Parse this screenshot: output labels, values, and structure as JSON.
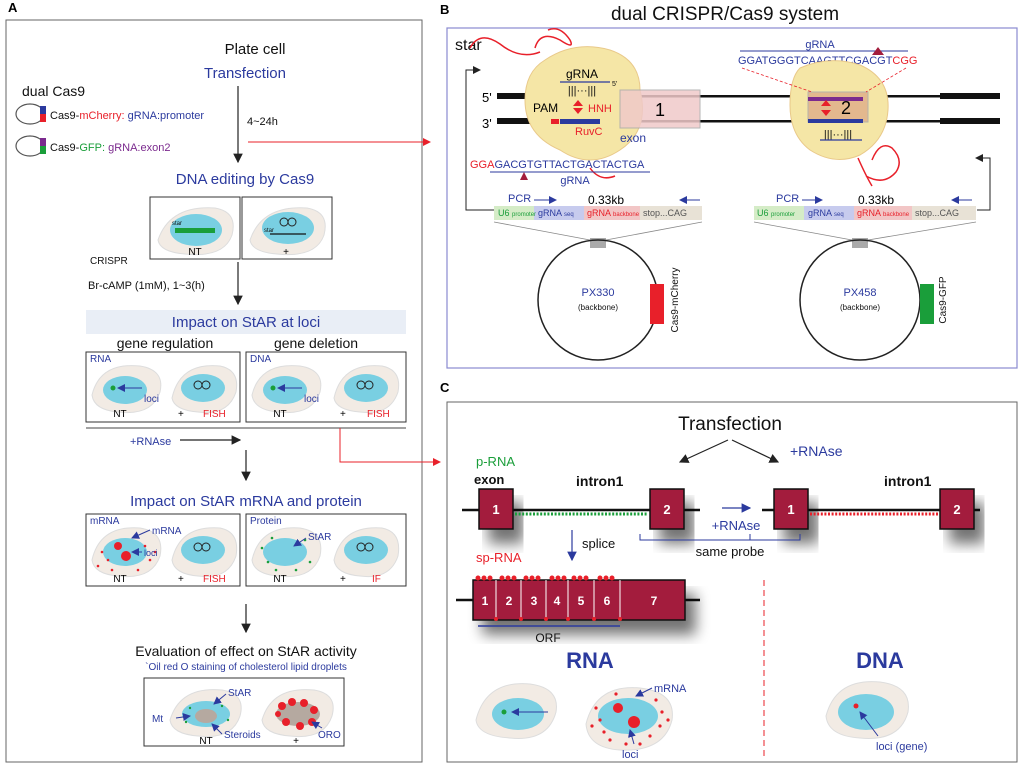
{
  "panels": {
    "a": {
      "letter": "A",
      "plate": "Plate cell",
      "transfection": "Transfection",
      "dual_cas9": "dual Cas9",
      "plasmid1": {
        "cas": "Cas9-",
        "fluor": "mCherry:",
        "grna": " gRNA:promoter"
      },
      "plasmid2": {
        "cas": "Cas9-",
        "fluor": "GFP:",
        "grna": " gRNA:exon2"
      },
      "time1": "4~24h",
      "editing": "DNA editing by Cas9",
      "crispr": "CRISPR",
      "nt": "NT",
      "plus": "+",
      "star": "star",
      "brcamp": "Br-cAMP (1mM), 1~3(h)",
      "impact_loci": "Impact on StAR at loci",
      "gene_regulation": "gene regulation",
      "gene_deletion": "gene deletion",
      "rna_tag": "RNA",
      "dna_tag": "DNA",
      "loci": "loci",
      "fish": "FISH",
      "rnase": "+RNAse",
      "impact_mrna": "Impact on StAR mRNA and protein",
      "mrna_tag": "mRNA",
      "mrna_label": "mRNA",
      "protein_tag": "Protein",
      "star_label": "StAR",
      "if": "IF",
      "evaluation": "Evaluation of effect on StAR activity",
      "oil_red": "`Oil red O staining of cholesterol lipid droplets",
      "mt": "Mt",
      "steroids": "Steroids",
      "oro": "ORO"
    },
    "b": {
      "letter": "B",
      "title": "dual CRISPR/Cas9 system",
      "star": "star",
      "grna": "gRNA",
      "five": "5'",
      "three": "3'",
      "pam": "PAM",
      "hnh": "HNH",
      "ruvc": "RuvC",
      "exon": "exon",
      "box1": "1",
      "box2": "2",
      "seq_left_red": "GGA",
      "seq_left_blue": "GACGTGTTACTGACTACTGA",
      "seq_right_blue": "GGATGGGTCAAGTTCGACGT",
      "seq_right_red": "CGG",
      "pcr": "PCR",
      "size": "0.33kb",
      "u6": "U6",
      "promoter": "promoter",
      "grna_seq": "gRNA",
      "seq": "seq",
      "grna_backbone": "gRNA",
      "backbone": "backbone",
      "stop": "stop...CAG",
      "px330": "PX330",
      "px458": "PX458",
      "backbone_paren": "(backbone)",
      "cas9_mcherry": "Cas9-mCherry",
      "cas9_gfp": "Cas9-GFP",
      "five_prime_small": "5'"
    },
    "c": {
      "letter": "C",
      "transfection": "Transfection",
      "rnase": "+RNAse",
      "prna": "p-RNA",
      "exon": "exon",
      "intron1": "intron1",
      "e1": "1",
      "e2": "2",
      "rnase_mid": "+RNAse",
      "same_probe": "same probe",
      "splice": "splice",
      "sprna": "sp-RNA",
      "exons": [
        "1",
        "2",
        "3",
        "4",
        "5",
        "6",
        "7"
      ],
      "orf": "ORF",
      "rna": "RNA",
      "dna": "DNA",
      "mrna": "mRNA",
      "loci": "loci",
      "loci_gene": "loci (gene)"
    }
  },
  "colors": {
    "blue": "#2b3a9e",
    "red": "#e8202a",
    "green": "#1a9e3a",
    "purple": "#7b2a8e",
    "maroon": "#a31d3c",
    "cyan": "#79cfe2",
    "cell": "#f2ebe4"
  }
}
